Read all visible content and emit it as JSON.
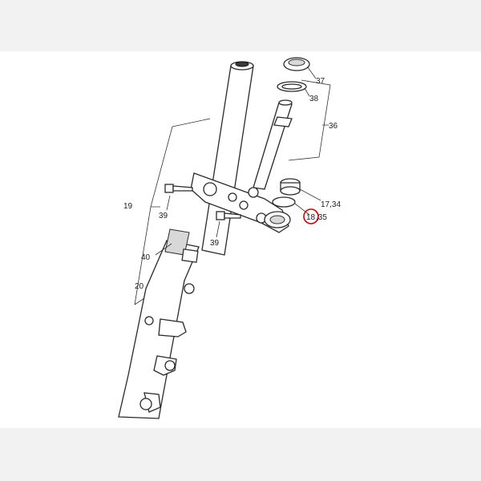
{
  "callouts": {
    "p37": "37",
    "p38": "38",
    "p36": "36",
    "p19": "19",
    "p39a": "39",
    "p39b": "39",
    "p17_34": "17,34",
    "p18": "18",
    "p35": ",35",
    "p40": "40",
    "p20": "20"
  },
  "colors": {
    "highlight": "#d40000",
    "line": "#2a2a2a"
  },
  "highlighted_part": "18"
}
